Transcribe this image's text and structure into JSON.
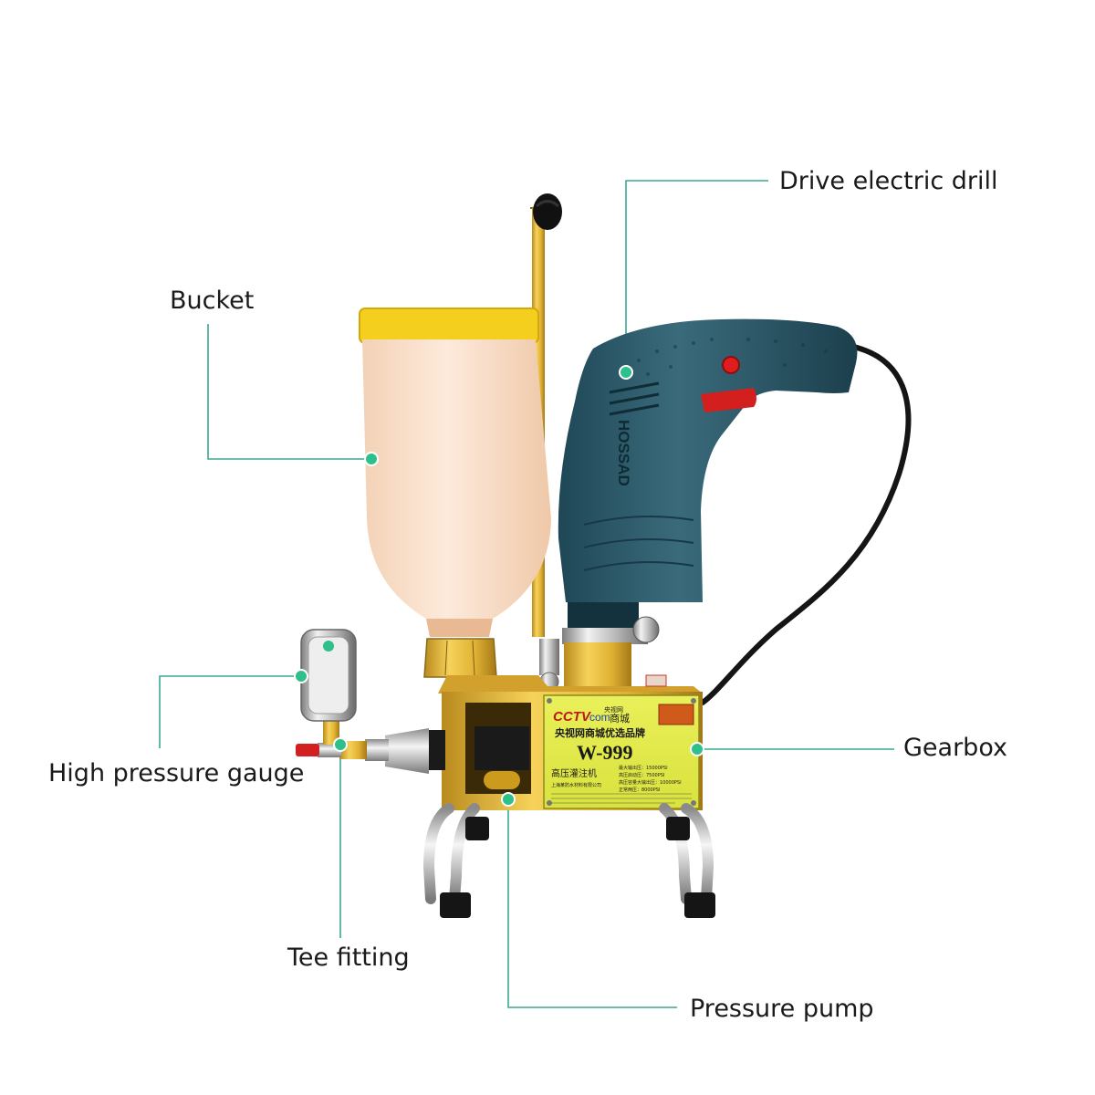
{
  "callouts": {
    "drill": "Drive electric drill",
    "bucket": "Bucket",
    "gearbox": "Gearbox",
    "gauge": "High pressure gauge",
    "tee": "Tee fitting",
    "pump": "Pressure pump"
  },
  "plate": {
    "brand": "CCTV",
    "brand_suffix": "com",
    "brand_cn_small": "央视网",
    "brand_cn_big": "商城",
    "slogan": "央视网商城优选品牌",
    "model": "W-999",
    "name_cn": "高压灌注机",
    "specs": [
      "最大输出压：15000PSI",
      "高压启动压：7500PSI",
      "高压容量大输出压：10000PSI",
      "正常两压：8000PSI"
    ],
    "maker": "上海某防水材料有限公司"
  },
  "drill_brand": "HOSSAD",
  "colors": {
    "leader": "#3aa893",
    "dot": "#2fbf8b"
  }
}
